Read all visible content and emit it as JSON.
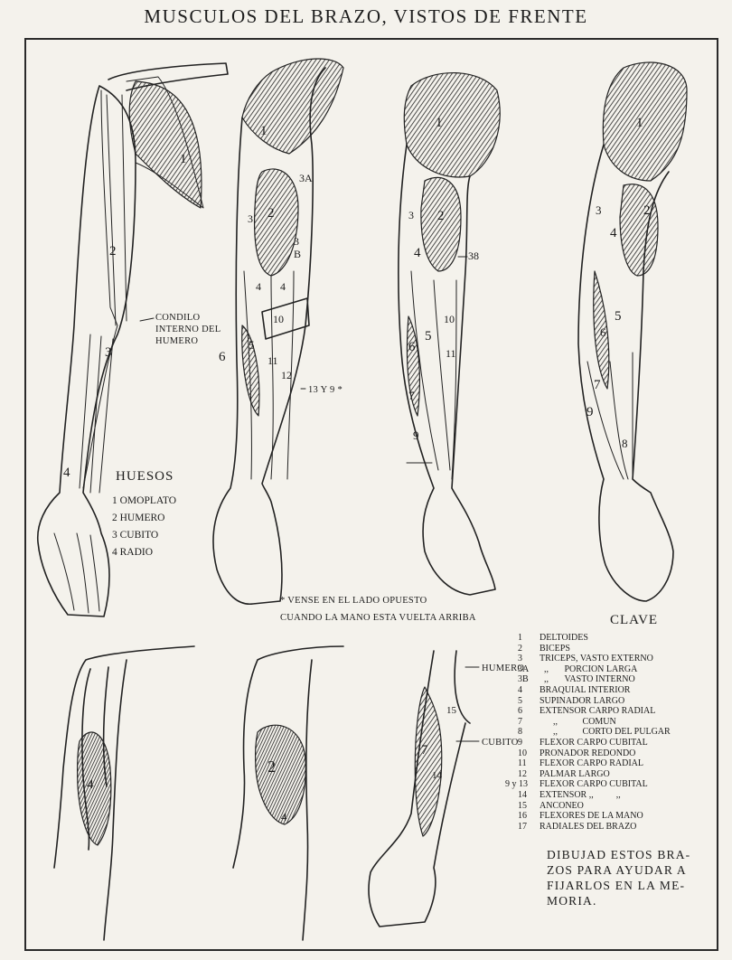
{
  "title": "MUSCULOS DEL BRAZO, VISTOS DE FRENTE",
  "bones": {
    "title": "HUESOS",
    "items": [
      "1 OMOPLATO",
      "2 HUMERO",
      "3 CUBITO",
      "4 RADIO"
    ]
  },
  "callouts": {
    "condilo": [
      "CONDILO",
      "INTERNO DEL",
      "HUMERO"
    ],
    "note_13y9": "13 Y 9 *",
    "label_3b": "3B",
    "label_8": "8",
    "humero": "HUMERO",
    "cubito": "CUBITO"
  },
  "footnote": [
    "* VENSE EN EL LADO OPUESTO",
    "CUANDO LA MANO ESTA VUELTA ARRIBA"
  ],
  "key": {
    "title": "CLAVE",
    "items": [
      {
        "num": "1",
        "name": "DELTOIDES"
      },
      {
        "num": "2",
        "name": "BICEPS"
      },
      {
        "num": "3",
        "name": "TRICEPS, VASTO EXTERNO"
      },
      {
        "num": "3A",
        "name": "  ,,       PORCION LARGA"
      },
      {
        "num": "3B",
        "name": "  ,,       VASTO INTERNO"
      },
      {
        "num": "4",
        "name": "BRAQUIAL INTERIOR"
      },
      {
        "num": "5",
        "name": "SUPINADOR LARGO"
      },
      {
        "num": "6",
        "name": "EXTENSOR CARPO RADIAL"
      },
      {
        "num": "7",
        "name": "      ,,           COMUN"
      },
      {
        "num": "8",
        "name": "      ,,           CORTO DEL PULGAR"
      },
      {
        "num": "9",
        "name": "FLEXOR CARPO CUBITAL"
      },
      {
        "num": "10",
        "name": "PRONADOR REDONDO"
      },
      {
        "num": "11",
        "name": "FLEXOR CARPO RADIAL"
      },
      {
        "num": "12",
        "name": "PALMAR LARGO"
      },
      {
        "num": "9 y 13",
        "name": "FLEXOR CARPO CUBITAL"
      },
      {
        "num": "14",
        "name": "EXTENSOR ,,          ,,"
      },
      {
        "num": "15",
        "name": "ANCONEO"
      },
      {
        "num": "16",
        "name": "FLEXORES DE LA MANO"
      },
      {
        "num": "17",
        "name": "RADIALES DEL BRAZO"
      }
    ]
  },
  "closing": [
    "DIBUJAD ESTOS BRA-",
    "ZOS PARA AYUDAR A",
    "FIJARLOS EN LA ME-",
    "MORIA."
  ],
  "muscle_numbers": {
    "fig1": [
      "1",
      "2",
      "3",
      "4"
    ],
    "fig2": [
      "1",
      "3A",
      "2",
      "3",
      "3",
      "B",
      "4",
      "4",
      "10",
      "5",
      "6",
      "11",
      "12"
    ],
    "fig3": [
      "1",
      "2",
      "3",
      "4",
      "38",
      "5",
      "10",
      "6",
      "11",
      "7",
      "9"
    ],
    "fig4": [
      "1",
      "3",
      "2",
      "4",
      "5",
      "6",
      "7",
      "9",
      "8"
    ],
    "fig5": [
      "4"
    ],
    "fig6": [
      "2",
      "4"
    ],
    "fig7": [
      "15",
      "7",
      "14"
    ]
  }
}
